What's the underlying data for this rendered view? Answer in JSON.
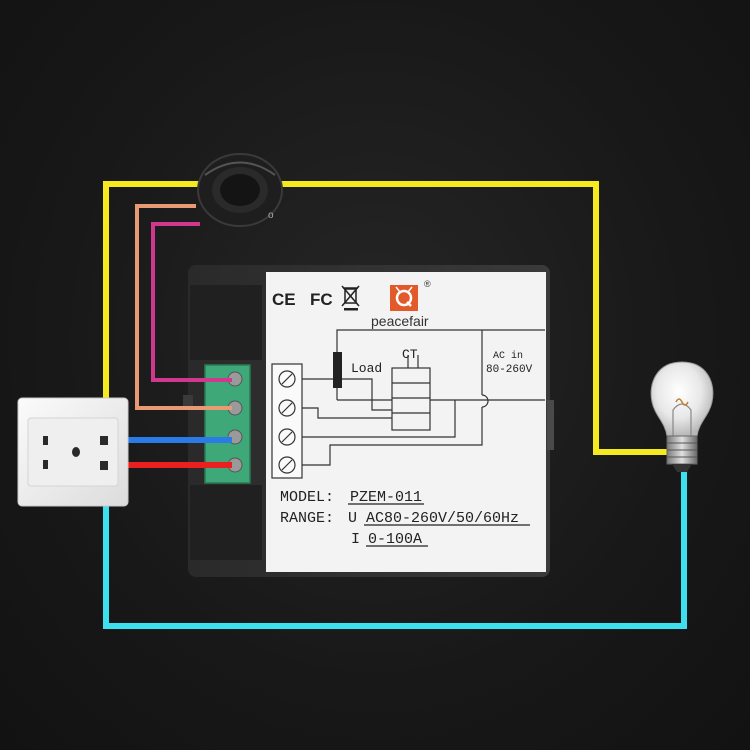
{
  "meter": {
    "certifications": [
      "CE",
      "FC"
    ],
    "brand_name": "peacefair",
    "registered_mark": "®",
    "model_label": "MODEL:",
    "model_value": "PZEM-011",
    "range_label": "RANGE:",
    "voltage_symbol": "U",
    "voltage_range": "AC80-260V/50/60Hz",
    "current_symbol": "I",
    "current_range": "0-100A",
    "schematic": {
      "load_label": "Load",
      "ct_label": "CT",
      "ac_in_label": "AC in",
      "ac_in_range": "80-260V"
    }
  },
  "wire_colors": {
    "live": "#f4ea1f",
    "neutral": "#3de0ef",
    "ct_orange": "#e89a74",
    "ct_magenta": "#d0388e",
    "blue": "#2a7ae8",
    "red": "#ea2020"
  },
  "icons": [
    "weee-bin-icon",
    "peacefair-logo-icon",
    "current-transformer-icon",
    "light-bulb-icon",
    "wall-socket-icon",
    "terminal-screw-icon"
  ]
}
